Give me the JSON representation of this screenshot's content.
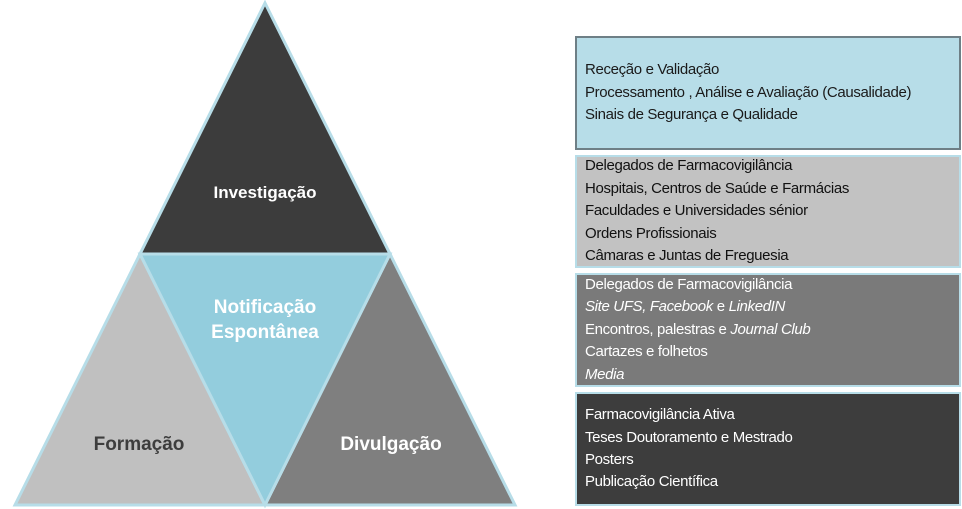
{
  "pyramid": {
    "top": "Investigação",
    "center": [
      "Notificação",
      "Espontânea"
    ],
    "left": "Formação",
    "right": "Divulgação"
  },
  "colors": {
    "top_fill": "#3c3c3c",
    "center_fill": "#93cddd",
    "left_fill": "#c0c0c0",
    "right_fill": "#7f7f7f",
    "outline": "#b7dde8"
  },
  "boxes": [
    {
      "lines": [
        [
          {
            "t": "Receção e Validação"
          }
        ],
        [
          {
            "t": "Processamento , Análise e Avaliação (Causalidade)"
          }
        ],
        [
          {
            "t": "Sinais de Segurança e Qualidade"
          }
        ]
      ]
    },
    {
      "lines": [
        [
          {
            "t": "Delegados de Farmacovigilância"
          }
        ],
        [
          {
            "t": "Hospitais, Centros de Saúde e Farmácias"
          }
        ],
        [
          {
            "t": "Faculdades e Universidades sénior"
          }
        ],
        [
          {
            "t": "Ordens Profissionais"
          }
        ],
        [
          {
            "t": "Câmaras e Juntas de Freguesia"
          }
        ]
      ]
    },
    {
      "lines": [
        [
          {
            "t": "Delegados de Farmacovigilância"
          }
        ],
        [
          {
            "t": "Site UFS, Facebook",
            "i": true
          },
          {
            "t": " e "
          },
          {
            "t": "LinkedIN",
            "i": true
          }
        ],
        [
          {
            "t": "Encontros, palestras e "
          },
          {
            "t": "Journal Club",
            "i": true
          }
        ],
        [
          {
            "t": "Cartazes e folhetos"
          }
        ],
        [
          {
            "t": "Media",
            "i": true
          }
        ]
      ]
    },
    {
      "lines": [
        [
          {
            "t": "Farmacovigilância Ativa"
          }
        ],
        [
          {
            "t": "Teses Doutoramento e Mestrado"
          }
        ],
        [
          {
            "t": "Posters"
          }
        ],
        [
          {
            "t": "Publicação Científica"
          }
        ]
      ]
    }
  ]
}
